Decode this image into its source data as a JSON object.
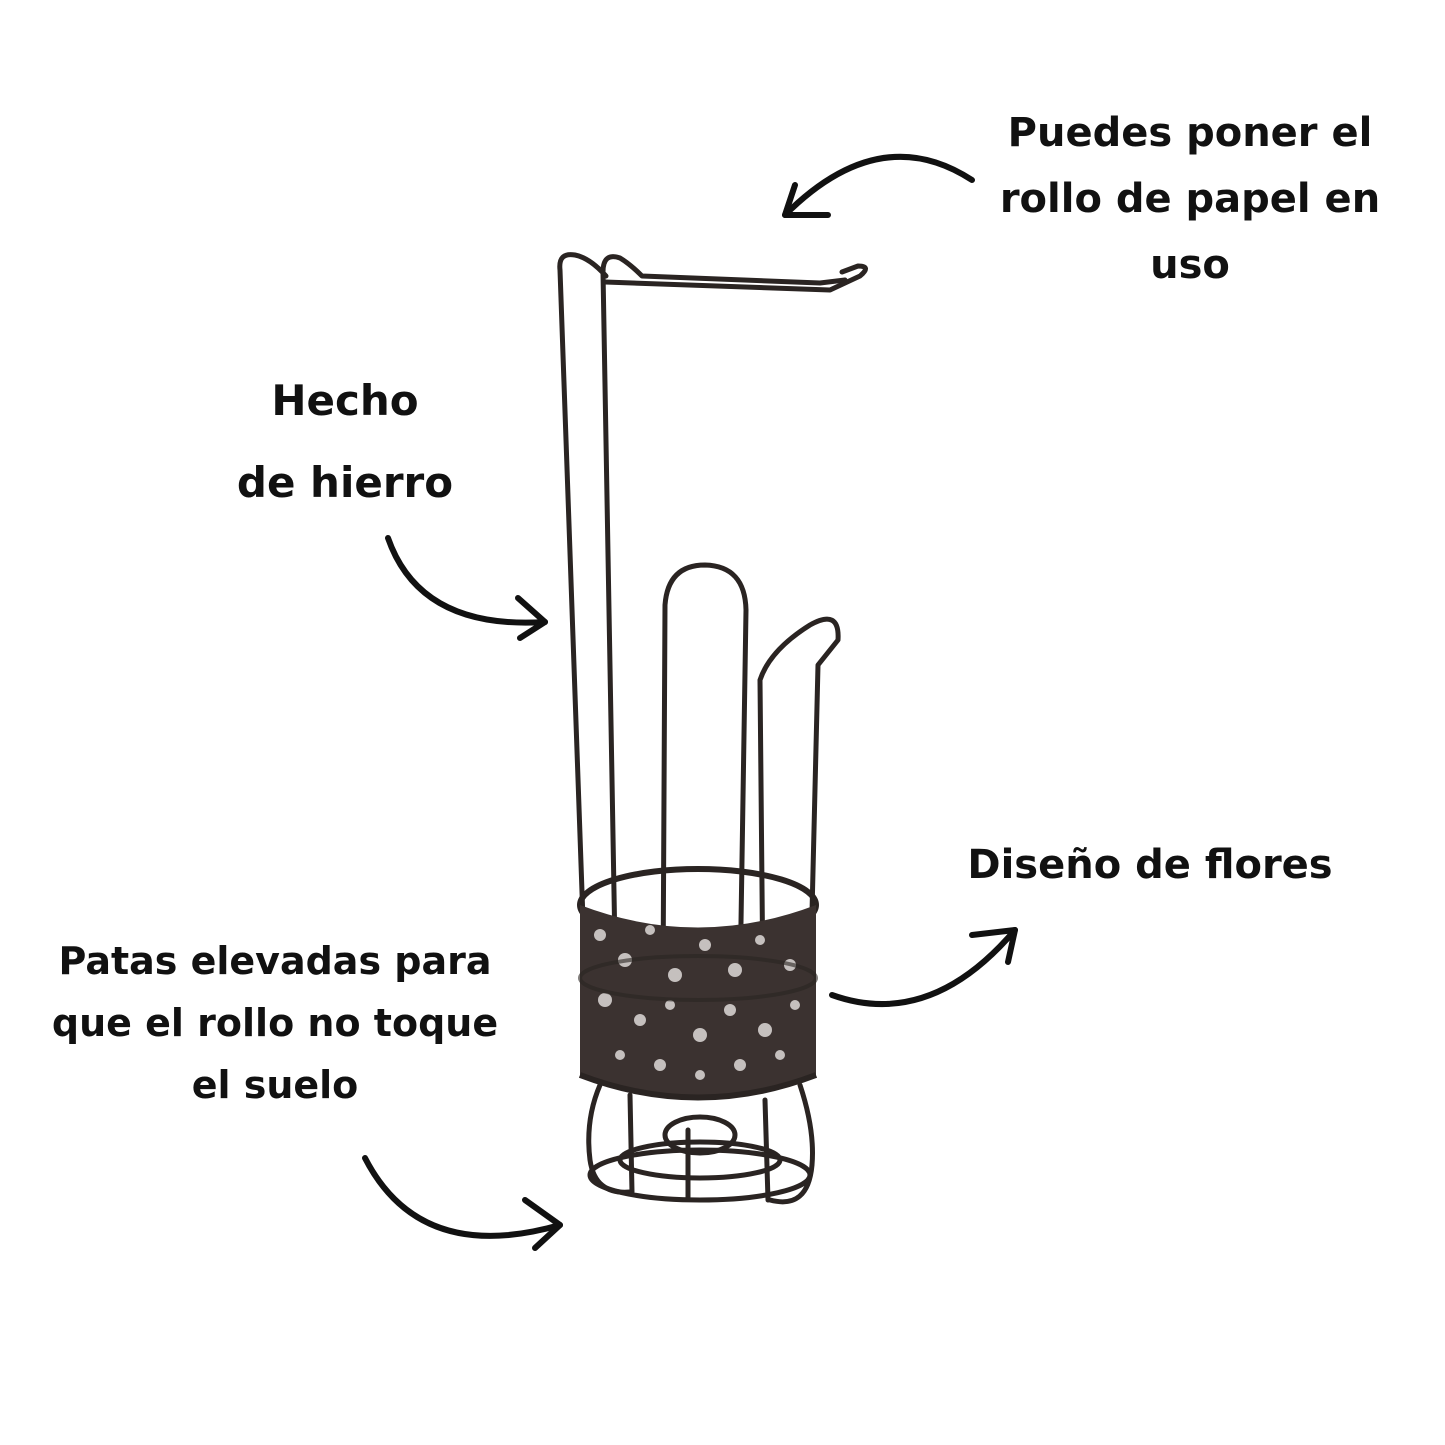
{
  "annotations": {
    "top": {
      "lines": [
        "Puedes poner el",
        "rollo de papel en",
        "uso"
      ]
    },
    "material": {
      "lines": [
        "Hecho",
        "de hierro"
      ]
    },
    "design": {
      "lines": [
        "Diseño de flores"
      ]
    },
    "legs": {
      "lines": [
        "Patas elevadas para",
        "que el rollo no toque",
        "el suelo"
      ]
    }
  },
  "colors": {
    "text": "#111111",
    "arrow": "#111111",
    "metal": "#2a2422",
    "background": "#ffffff"
  },
  "icons": [
    "arrow-icon"
  ]
}
